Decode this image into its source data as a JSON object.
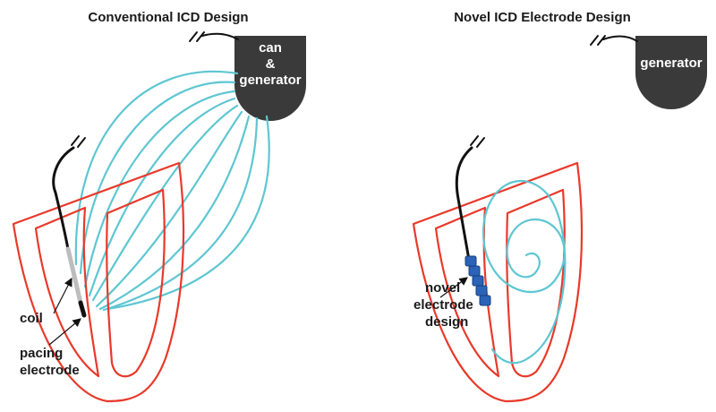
{
  "colors": {
    "heart": "#e8392a",
    "field": "#5ec6d2",
    "generator": "#3a3a3a",
    "lead": "#111111",
    "coil": "#bdbdbd",
    "novel_electrode": "#2a63b8"
  },
  "left_panel": {
    "title": "Conventional ICD Design",
    "generator_lines": [
      "can",
      "&",
      "generator"
    ],
    "labels": {
      "coil": "coil",
      "pacing_line1": "pacing",
      "pacing_line2": "electrode"
    }
  },
  "right_panel": {
    "title": "Novel ICD Electrode Design",
    "generator_label": "generator",
    "labels": {
      "novel_line1": "novel",
      "novel_line2": "electrode",
      "novel_line3": "design"
    }
  }
}
